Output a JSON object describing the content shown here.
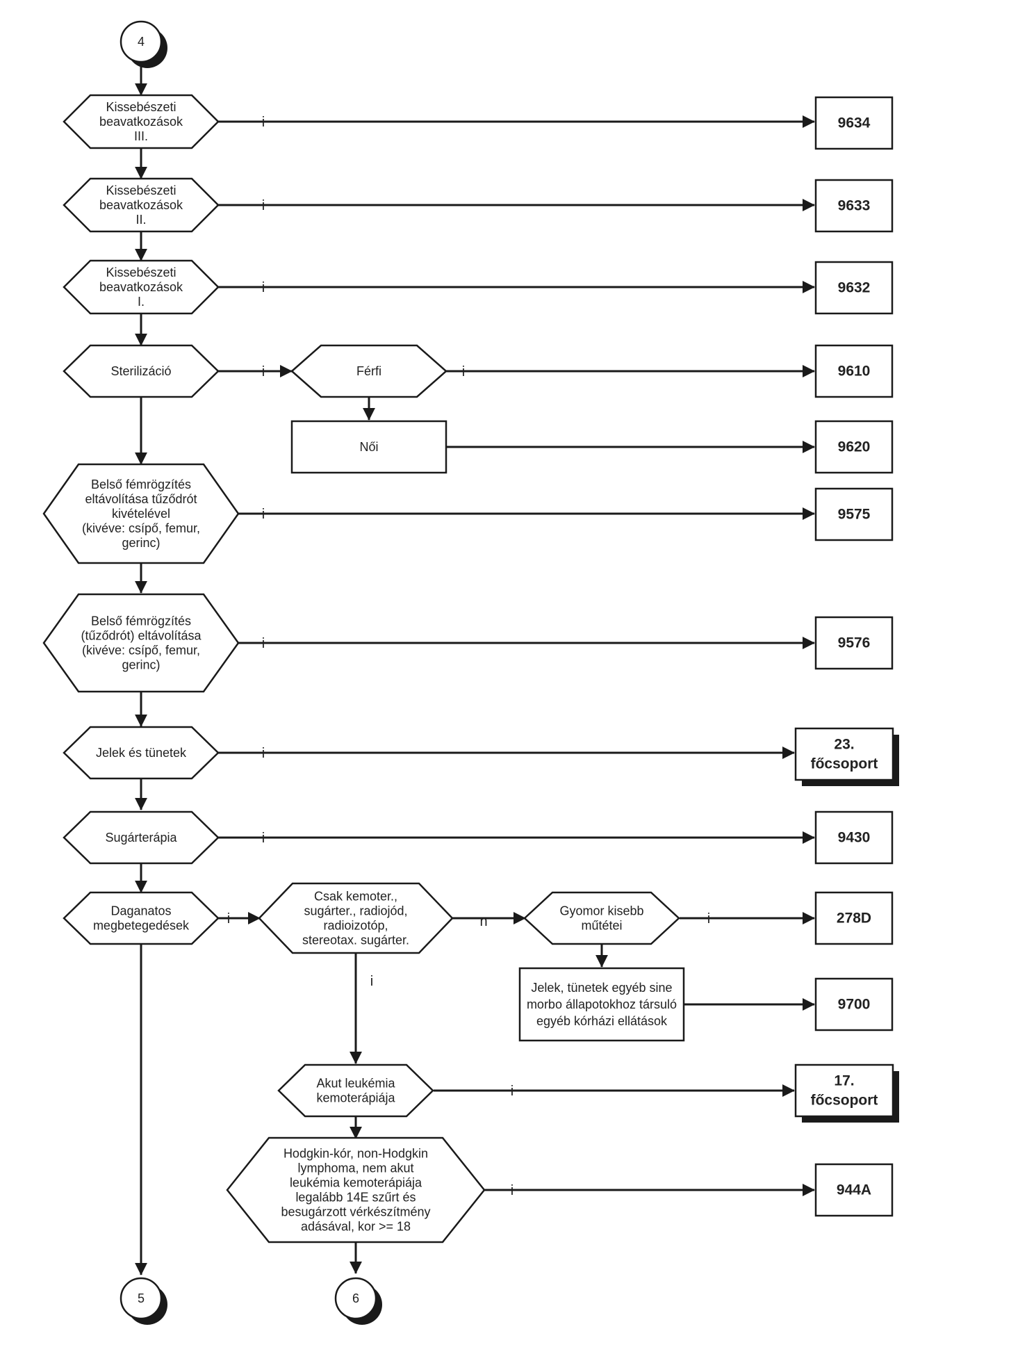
{
  "connectors": {
    "top": "4",
    "bottom_left": "5",
    "bottom_mid": "6"
  },
  "decisions": {
    "kissebeszeti_iii": [
      "Kissebészeti",
      "beavatkozások",
      "III."
    ],
    "kissebeszeti_ii": [
      "Kissebészeti",
      "beavatkozások",
      "II."
    ],
    "kissebeszeti_i": [
      "Kissebészeti",
      "beavatkozások",
      "I."
    ],
    "sterilizacio": [
      "Sterilizáció"
    ],
    "ferfi": [
      "Férfi"
    ],
    "femrogzites_kiveve_tuzodrot": [
      "Belső fémrögzítés",
      "eltávolítása tűződrót",
      "kivételével",
      "(kivéve: csípő, femur,",
      "gerinc)"
    ],
    "femrogzites_tuzodrot": [
      "Belső fémrögzítés",
      "(tűződrót) eltávolítása",
      "(kivéve: csípő, femur,",
      "gerinc)"
    ],
    "jelek_tunetek": [
      "Jelek és tünetek"
    ],
    "sugarterapia": [
      "Sugárterápia"
    ],
    "daganatos": [
      "Daganatos",
      "megbetegedések"
    ],
    "csak_kemoter": [
      "Csak kemoter.,",
      "sugárter., radiojód,",
      "radioizotóp,",
      "stereotax. sugárter."
    ],
    "gyomor": [
      "Gyomor kisebb",
      "műtétei"
    ],
    "akut_leukemia": [
      "Akut leukémia",
      "kemoterápiája"
    ],
    "hodgkin": [
      "Hodgkin-kór, non-Hodgkin",
      "lymphoma, nem akut",
      "leukémia kemoterápiája",
      "legalább  14E szűrt és",
      "besugárzott vérkészítmény",
      "adásával, kor >= 18"
    ]
  },
  "processes": {
    "noi": [
      "Női"
    ],
    "jelek_sine_morbo": [
      "Jelek, tünetek egyéb sine",
      "morbo állapotokhoz társuló",
      "egyéb kórházi ellátások"
    ]
  },
  "outcomes": {
    "o9634": [
      "9634"
    ],
    "o9633": [
      "9633"
    ],
    "o9632": [
      "9632"
    ],
    "o9610": [
      "9610"
    ],
    "o9620": [
      "9620"
    ],
    "o9575": [
      "9575"
    ],
    "o9576": [
      "9576"
    ],
    "o23": [
      "23.",
      "főcsoport"
    ],
    "o9430": [
      "9430"
    ],
    "o278D": [
      "278D"
    ],
    "o9700": [
      "9700"
    ],
    "o17": [
      "17.",
      "főcsoport"
    ],
    "o944A": [
      "944A"
    ]
  },
  "edge_labels": {
    "yes": "i",
    "no": "n"
  }
}
